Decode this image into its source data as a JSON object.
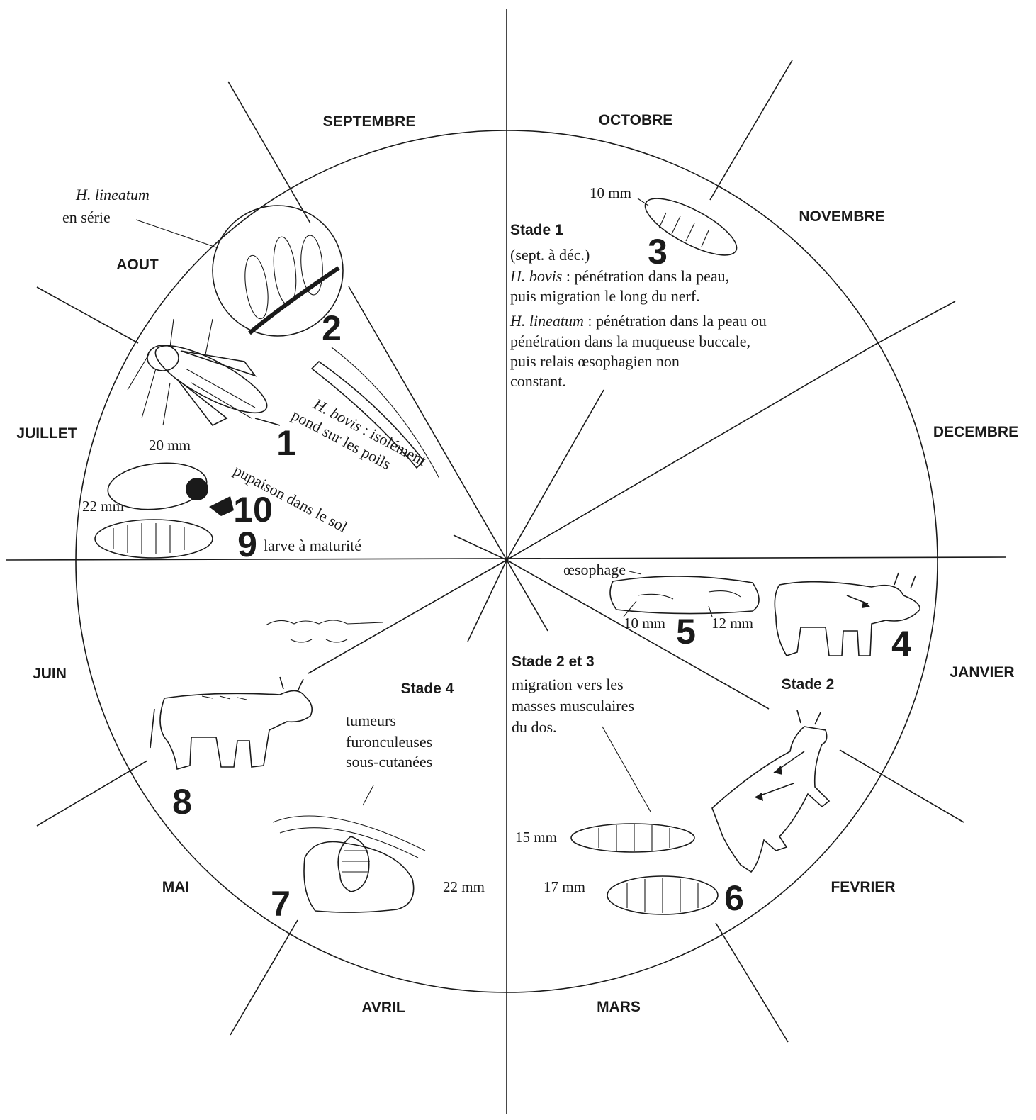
{
  "months": {
    "septembre": "SEPTEMBRE",
    "octobre": "OCTOBRE",
    "novembre": "NOVEMBRE",
    "decembre": "DECEMBRE",
    "janvier": "JANVIER",
    "fevrier": "FEVRIER",
    "mars": "MARS",
    "avril": "AVRIL",
    "mai": "MAI",
    "juin": "JUIN",
    "juillet": "JUILLET",
    "aout": "AOUT"
  },
  "stade1": {
    "title": "Stade 1",
    "period": "(sept. à déc.)",
    "bovis_name": "H. bovis",
    "bovis_text": " : pénétration dans la peau,",
    "bovis_text2": "puis migration le long du nerf.",
    "lineatum_name": "H. lineatum",
    "lineatum_text": " : pénétration dans la peau ou",
    "lineatum_text2": "pénétration dans la muqueuse buccale,",
    "lineatum_text3": "puis relais œsophagien non",
    "lineatum_text4": "constant."
  },
  "stade2": {
    "title": "Stade 2"
  },
  "stade23": {
    "title": "Stade 2 et 3",
    "line1": "migration vers les",
    "line2": "masses musculaires",
    "line3": "du dos."
  },
  "stade4": {
    "title": "Stade 4",
    "line1": "tumeurs",
    "line2": "furonculeuses",
    "line3": "sous-cutanées"
  },
  "lineatum_label": {
    "name": "H. lineatum",
    "text": "en série"
  },
  "bovis_label": {
    "name": "H. bovis",
    "text1": " : isolément",
    "text2": "pond sur les poils"
  },
  "pupaison": "pupaison dans le sol",
  "larve": "larve à maturité",
  "oesophage": "œsophage",
  "measures": {
    "m10_top": "10 mm",
    "m20": "20 mm",
    "m22_left": "22 mm",
    "m10_oes": "10 mm",
    "m12": "12 mm",
    "m15": "15 mm",
    "m17": "17 mm",
    "m22_bottom": "22 mm"
  },
  "numbers": {
    "n1": "1",
    "n2": "2",
    "n3": "3",
    "n4": "4",
    "n5": "5",
    "n6": "6",
    "n7": "7",
    "n8": "8",
    "n9": "9",
    "n10": "10"
  }
}
